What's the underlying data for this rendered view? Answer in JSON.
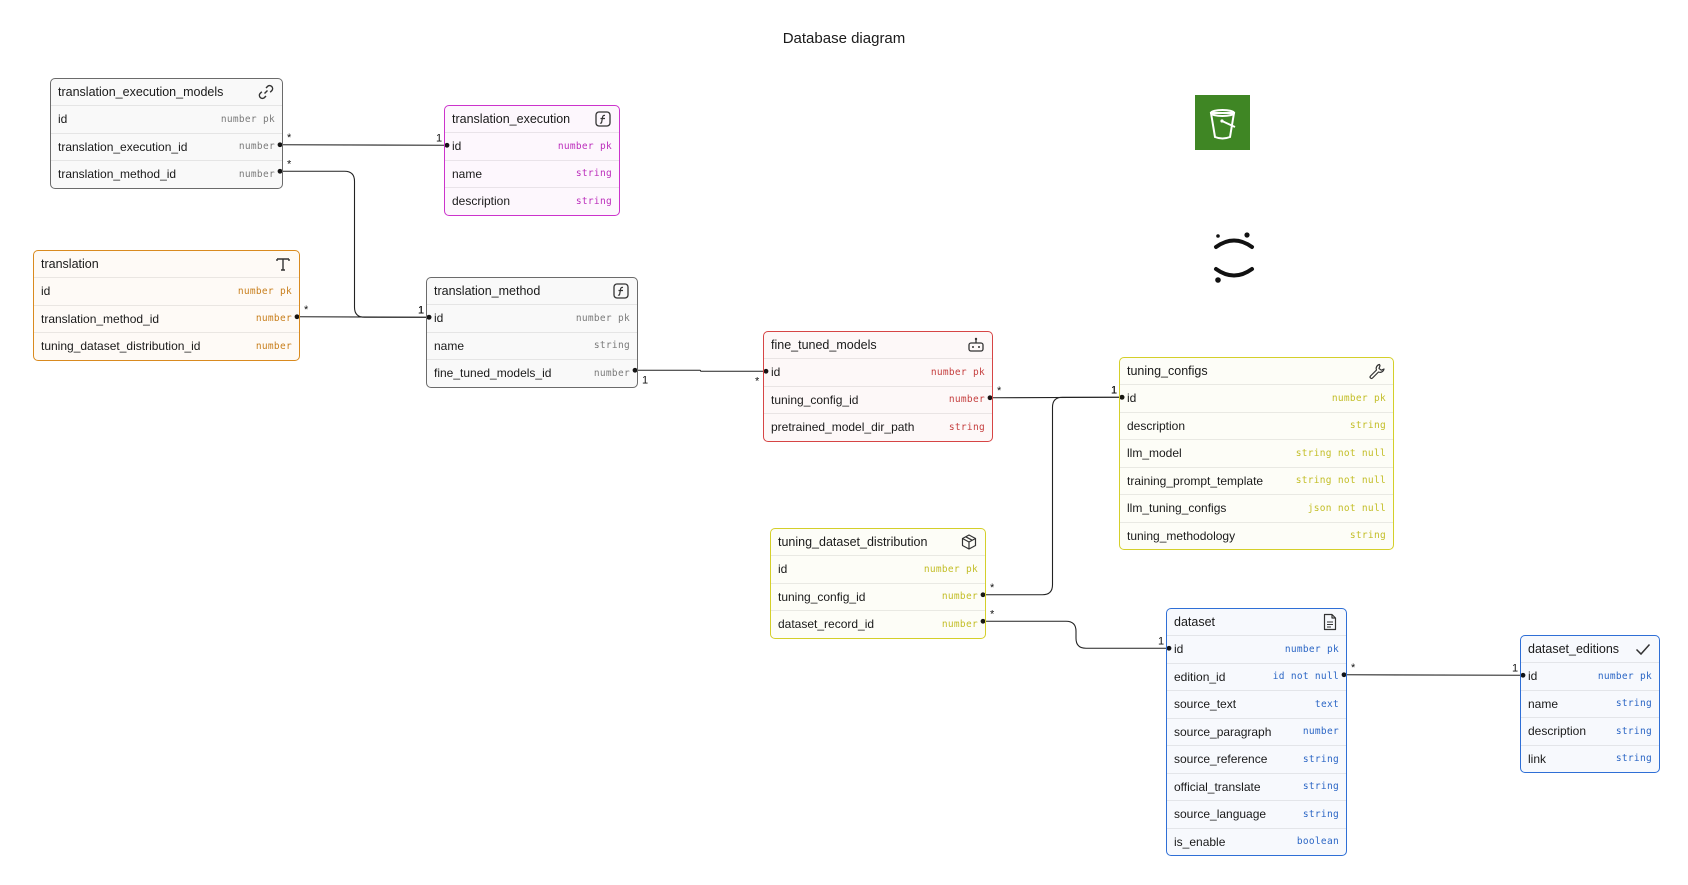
{
  "diagram": {
    "title": "Database diagram"
  },
  "entities": {
    "translation_execution_models": {
      "name": "translation_execution_models",
      "icon": "link-icon",
      "color": "#6b6b6b",
      "fields": [
        {
          "name": "id",
          "type": "number pk"
        },
        {
          "name": "translation_execution_id",
          "type": "number"
        },
        {
          "name": "translation_method_id",
          "type": "number"
        }
      ]
    },
    "translation_execution": {
      "name": "translation_execution",
      "icon": "function-icon",
      "color": "#cc33cc",
      "fields": [
        {
          "name": "id",
          "type": "number pk"
        },
        {
          "name": "name",
          "type": "string"
        },
        {
          "name": "description",
          "type": "string"
        }
      ]
    },
    "translation": {
      "name": "translation",
      "icon": "text-icon",
      "color": "#d98a1f",
      "fields": [
        {
          "name": "id",
          "type": "number pk"
        },
        {
          "name": "translation_method_id",
          "type": "number"
        },
        {
          "name": "tuning_dataset_distribution_id",
          "type": "number"
        }
      ]
    },
    "translation_method": {
      "name": "translation_method",
      "icon": "function-icon",
      "color": "#6b6b6b",
      "fields": [
        {
          "name": "id",
          "type": "number pk"
        },
        {
          "name": "name",
          "type": "string"
        },
        {
          "name": "fine_tuned_models_id",
          "type": "number"
        }
      ]
    },
    "fine_tuned_models": {
      "name": "fine_tuned_models",
      "icon": "robot-icon",
      "color": "#d64545",
      "fields": [
        {
          "name": "id",
          "type": "number pk"
        },
        {
          "name": "tuning_config_id",
          "type": "number"
        },
        {
          "name": "pretrained_model_dir_path",
          "type": "string"
        }
      ]
    },
    "tuning_configs": {
      "name": "tuning_configs",
      "icon": "wrench-icon",
      "color": "#d4cf2a",
      "fields": [
        {
          "name": "id",
          "type": "number pk"
        },
        {
          "name": "description",
          "type": "string"
        },
        {
          "name": "llm_model",
          "type": "string not null"
        },
        {
          "name": "training_prompt_template",
          "type": "string not null"
        },
        {
          "name": "llm_tuning_configs",
          "type": "json not null"
        },
        {
          "name": "tuning_methodology",
          "type": "string"
        }
      ]
    },
    "tuning_dataset_distribution": {
      "name": "tuning_dataset_distribution",
      "icon": "box-icon",
      "color": "#d4cf2a",
      "fields": [
        {
          "name": "id",
          "type": "number pk"
        },
        {
          "name": "tuning_config_id",
          "type": "number"
        },
        {
          "name": "dataset_record_id",
          "type": "number"
        }
      ]
    },
    "dataset": {
      "name": "dataset",
      "icon": "document-icon",
      "color": "#2f6fd6",
      "fields": [
        {
          "name": "id",
          "type": "number pk"
        },
        {
          "name": "edition_id",
          "type": "id not null"
        },
        {
          "name": "source_text",
          "type": "text"
        },
        {
          "name": "source_paragraph",
          "type": "number"
        },
        {
          "name": "source_reference",
          "type": "string"
        },
        {
          "name": "official_translate",
          "type": "string"
        },
        {
          "name": "source_language",
          "type": "string"
        },
        {
          "name": "is_enable",
          "type": "boolean"
        }
      ]
    },
    "dataset_editions": {
      "name": "dataset_editions",
      "icon": "check-icon",
      "color": "#2f6fd6",
      "fields": [
        {
          "name": "id",
          "type": "number pk"
        },
        {
          "name": "name",
          "type": "string"
        },
        {
          "name": "description",
          "type": "string"
        },
        {
          "name": "link",
          "type": "string"
        }
      ]
    }
  },
  "relations": [
    {
      "from": "translation_execution_models.translation_execution_id",
      "to": "translation_execution.id",
      "from_card": "*",
      "to_card": "1"
    },
    {
      "from": "translation_execution_models.translation_method_id",
      "to": "translation_method.id",
      "from_card": "*",
      "to_card": "1"
    },
    {
      "from": "translation.translation_method_id",
      "to": "translation_method.id",
      "from_card": "*",
      "to_card": "1"
    },
    {
      "from": "translation_method.fine_tuned_models_id",
      "to": "fine_tuned_models.id",
      "from_card": "1",
      "to_card": "*"
    },
    {
      "from": "fine_tuned_models.tuning_config_id",
      "to": "tuning_configs.id",
      "from_card": "*",
      "to_card": "1"
    },
    {
      "from": "tuning_dataset_distribution.tuning_config_id",
      "to": "tuning_configs.id",
      "from_card": "*",
      "to_card": "1"
    },
    {
      "from": "tuning_dataset_distribution.dataset_record_id",
      "to": "dataset.id",
      "from_card": "*",
      "to_card": "1"
    },
    {
      "from": "dataset.edition_id",
      "to": "dataset_editions.id",
      "from_card": "*",
      "to_card": "1"
    }
  ],
  "decorations": [
    {
      "name": "aws-s3-bucket-icon",
      "color": "#3f8624"
    },
    {
      "name": "jupyter-logo-icon",
      "color": "#111111"
    }
  ]
}
